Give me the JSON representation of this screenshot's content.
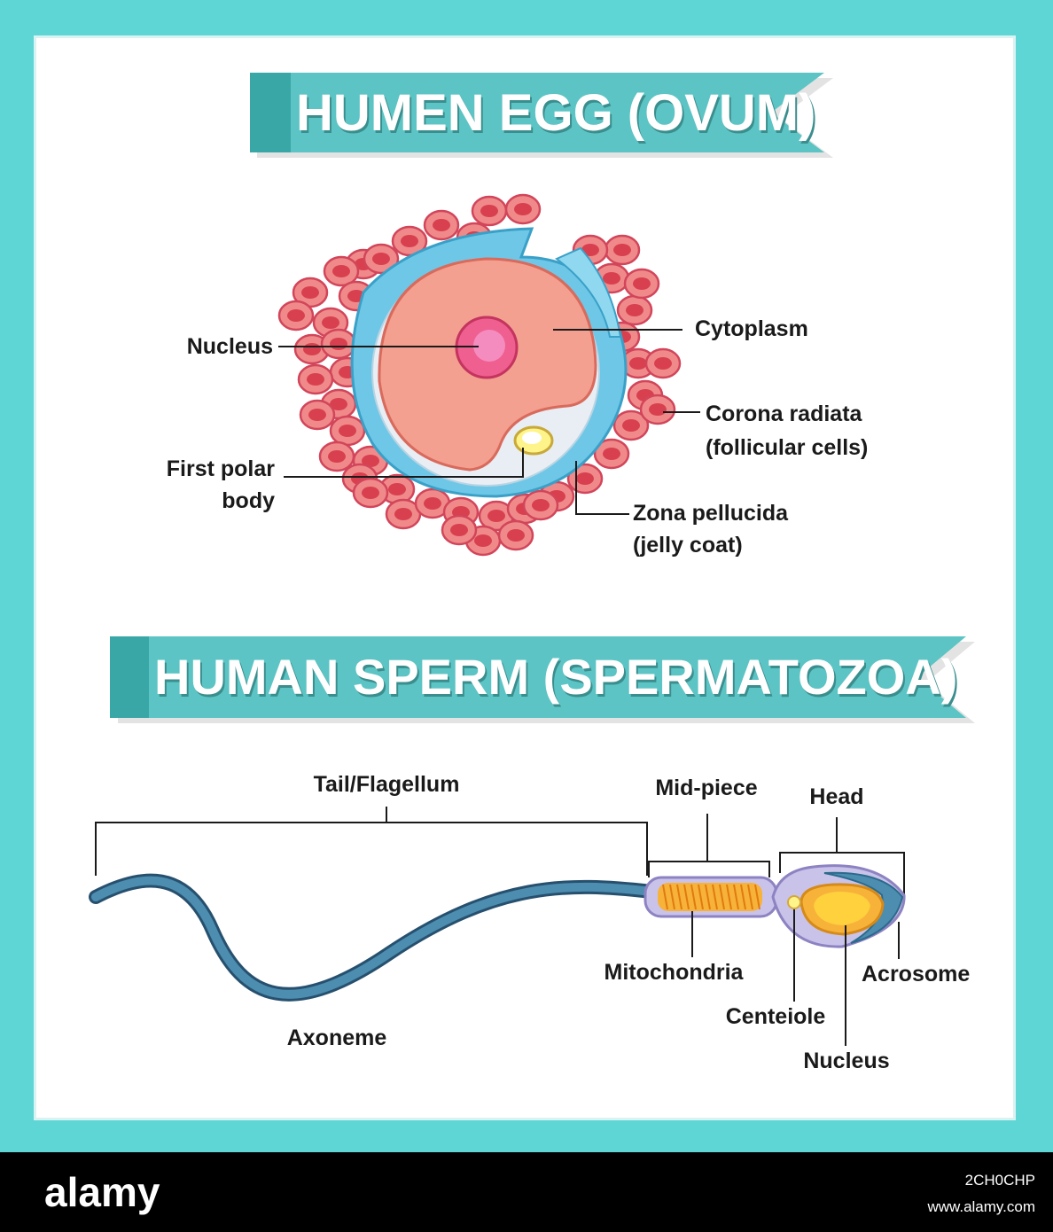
{
  "colors": {
    "frame": "#5ed6d6",
    "banner": "#5cc4c4",
    "banner_dark": "#3aa7a7",
    "cell_fill": "#f08a8a",
    "cell_nucleus": "#d8404f",
    "zona": "#6ec7e6",
    "cytoplasm": "#f3a090",
    "nucleus": "#ef5f8f",
    "tail": "#3f7fa6",
    "mitochondria": "#f7b23a",
    "head": "#c9c3ea",
    "head_nucleus": "#f7b23a",
    "acrosome": "#4c8db0"
  },
  "ovum": {
    "title": "HUMEN EGG (OVUM)",
    "labels": {
      "nucleus": "Nucleus",
      "cytoplasm": "Cytoplasm",
      "corona_line1": "Corona radiata",
      "corona_line2": "(follicular cells)",
      "polar_line1": "First polar",
      "polar_line2": "body",
      "zona_line1": "Zona pellucida",
      "zona_line2": "(jelly coat)"
    }
  },
  "sperm": {
    "title": "HUMAN SPERM (SPERMATOZOA)",
    "labels": {
      "tail": "Tail/Flagellum",
      "midpiece": "Mid-piece",
      "head": "Head",
      "mitochondria": "Mitochondria",
      "acrosome": "Acrosome",
      "centriole": "Centeiole",
      "nucleus": "Nucleus",
      "axoneme": "Axoneme"
    }
  },
  "footer": {
    "logo": "alamy",
    "image_id": "2CH0CHP",
    "url": "www.alamy.com"
  }
}
